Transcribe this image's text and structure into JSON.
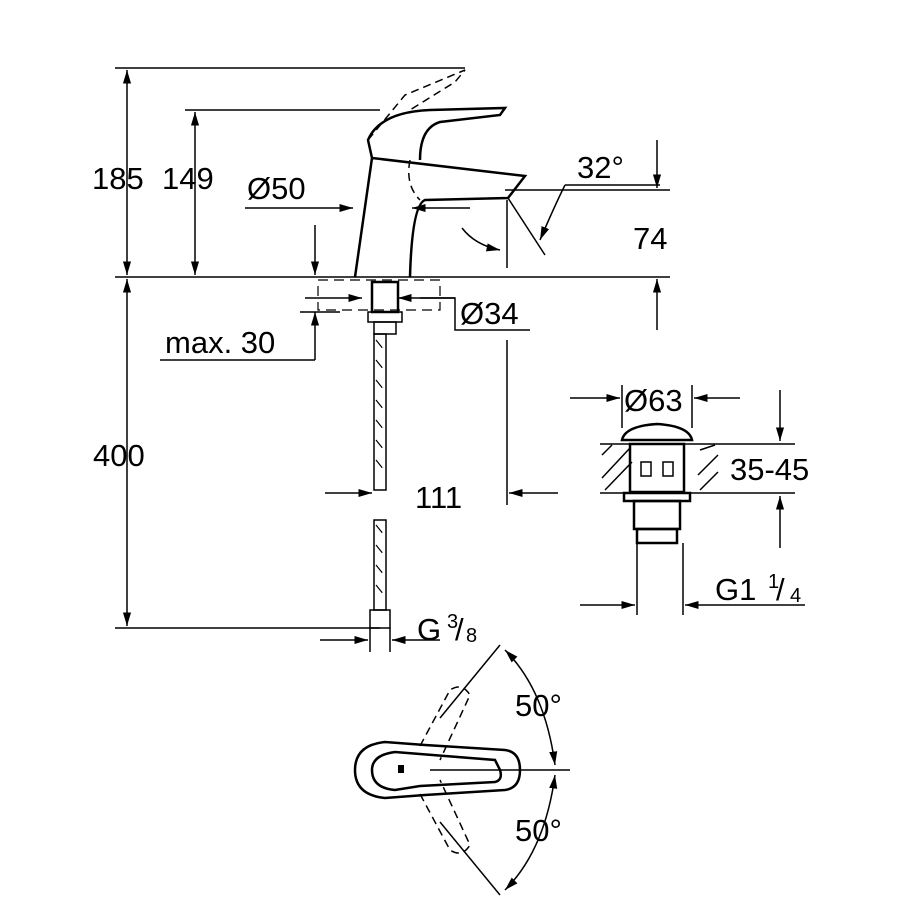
{
  "drawing": {
    "dimensions": {
      "total_height": "185",
      "spout_height": "149",
      "body_diameter": "Ø50",
      "spout_angle": "32°",
      "spout_outlet_height": "74",
      "mounting_hole": "Ø34",
      "max_deck_thickness": "max. 30",
      "hose_length": "400",
      "reach": "111",
      "hose_thread_main": "G",
      "hose_thread_num": "3",
      "hose_thread_den": "8",
      "waste_diameter": "Ø63",
      "basin_thickness": "35-45",
      "waste_thread_main": "G1",
      "waste_thread_num": "1",
      "waste_thread_den": "4",
      "rotation_up": "50°",
      "rotation_down": "50°"
    },
    "colors": {
      "line": "#000000",
      "background": "#ffffff"
    }
  }
}
